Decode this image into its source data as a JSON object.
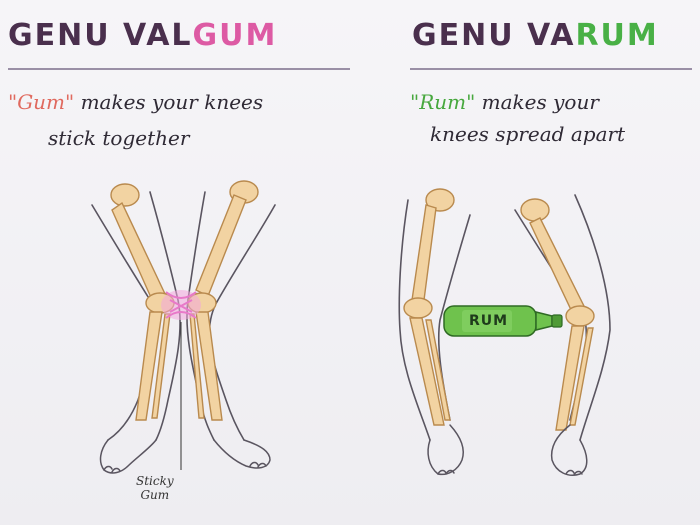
{
  "left": {
    "title_main": "GENU VAL",
    "title_highlight": "GUM",
    "caption_keyword": "\"Gum\"",
    "caption_rest": " makes your knees",
    "caption_line2": "stick together",
    "sticky_label_line1": "Sticky",
    "sticky_label_line2": "Gum"
  },
  "right": {
    "title_main": "GENU VA",
    "title_highlight": "RUM",
    "caption_keyword": "\"Rum\"",
    "caption_rest": " makes your",
    "caption_line2": "knees spread apart",
    "bottle_label": "RUM"
  },
  "colors": {
    "title": "#4a2f4d",
    "valgum_highlight": "#dd5aa4",
    "varum_highlight": "#49b046",
    "gum_keyword": "#e06a5f",
    "rum_keyword": "#47a83e",
    "bone": "#f2d3a2",
    "bone_outline": "#b98a4e",
    "gum_pink": "#e879c9",
    "bottle_green": "#6fc24d"
  }
}
